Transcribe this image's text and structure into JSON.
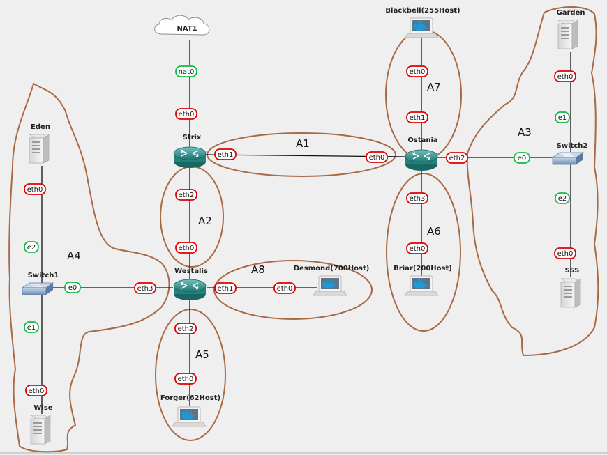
{
  "nodes": {
    "nat1": {
      "name": "NAT1",
      "type": "cloud"
    },
    "strix": {
      "name": "Strix",
      "type": "router"
    },
    "westalis": {
      "name": "Westalis",
      "type": "router"
    },
    "ostania": {
      "name": "Ostania",
      "type": "router"
    },
    "switch1": {
      "name": "Switch1",
      "type": "switch"
    },
    "switch2": {
      "name": "Switch2",
      "type": "switch"
    },
    "eden": {
      "name": "Eden",
      "type": "server"
    },
    "wise": {
      "name": "Wise",
      "type": "server"
    },
    "garden": {
      "name": "Garden",
      "type": "server"
    },
    "sss": {
      "name": "SSS",
      "type": "server"
    },
    "blackbell": {
      "name": "Blackbell(255Host)",
      "type": "docker-host"
    },
    "briar": {
      "name": "Briar(200Host)",
      "type": "docker-host"
    },
    "desmond": {
      "name": "Desmond(700Host)",
      "type": "docker-host"
    },
    "forger": {
      "name": "Forger(62Host)",
      "type": "docker-host"
    }
  },
  "ports": {
    "nat1_nat0": "nat0",
    "strix_up_eth0": "eth0",
    "strix_eth1": "eth1",
    "strix_eth2": "eth2",
    "westalis_eth0": "eth0",
    "westalis_eth1": "eth1",
    "westalis_eth2": "eth2",
    "westalis_eth3": "eth3",
    "switch1_e0": "e0",
    "switch1_e1": "e1",
    "switch1_e2": "e2",
    "eden_eth0": "eth0",
    "wise_eth0": "eth0",
    "desmond_eth0": "eth0",
    "forger_eth0": "eth0",
    "ostania_eth0": "eth0",
    "ostania_eth1": "eth1",
    "ostania_eth2": "eth2",
    "ostania_eth3": "eth3",
    "blackbell_eth0": "eth0",
    "briar_eth0": "eth0",
    "switch2_e0": "e0",
    "switch2_e1": "e1",
    "switch2_e2": "e2",
    "garden_eth0": "eth0",
    "sss_eth0": "eth0"
  },
  "areas": {
    "a1": "A1",
    "a2": "A2",
    "a3": "A3",
    "a4": "A4",
    "a5": "A5",
    "a6": "A6",
    "a7": "A7",
    "a8": "A8"
  },
  "colors": {
    "background": "#efefef",
    "router": "#2f8f8a",
    "switch": "#7f9fc0",
    "area_outline": "#a86a45",
    "eth_port": "#e10000",
    "switch_port": "#19b84a"
  }
}
